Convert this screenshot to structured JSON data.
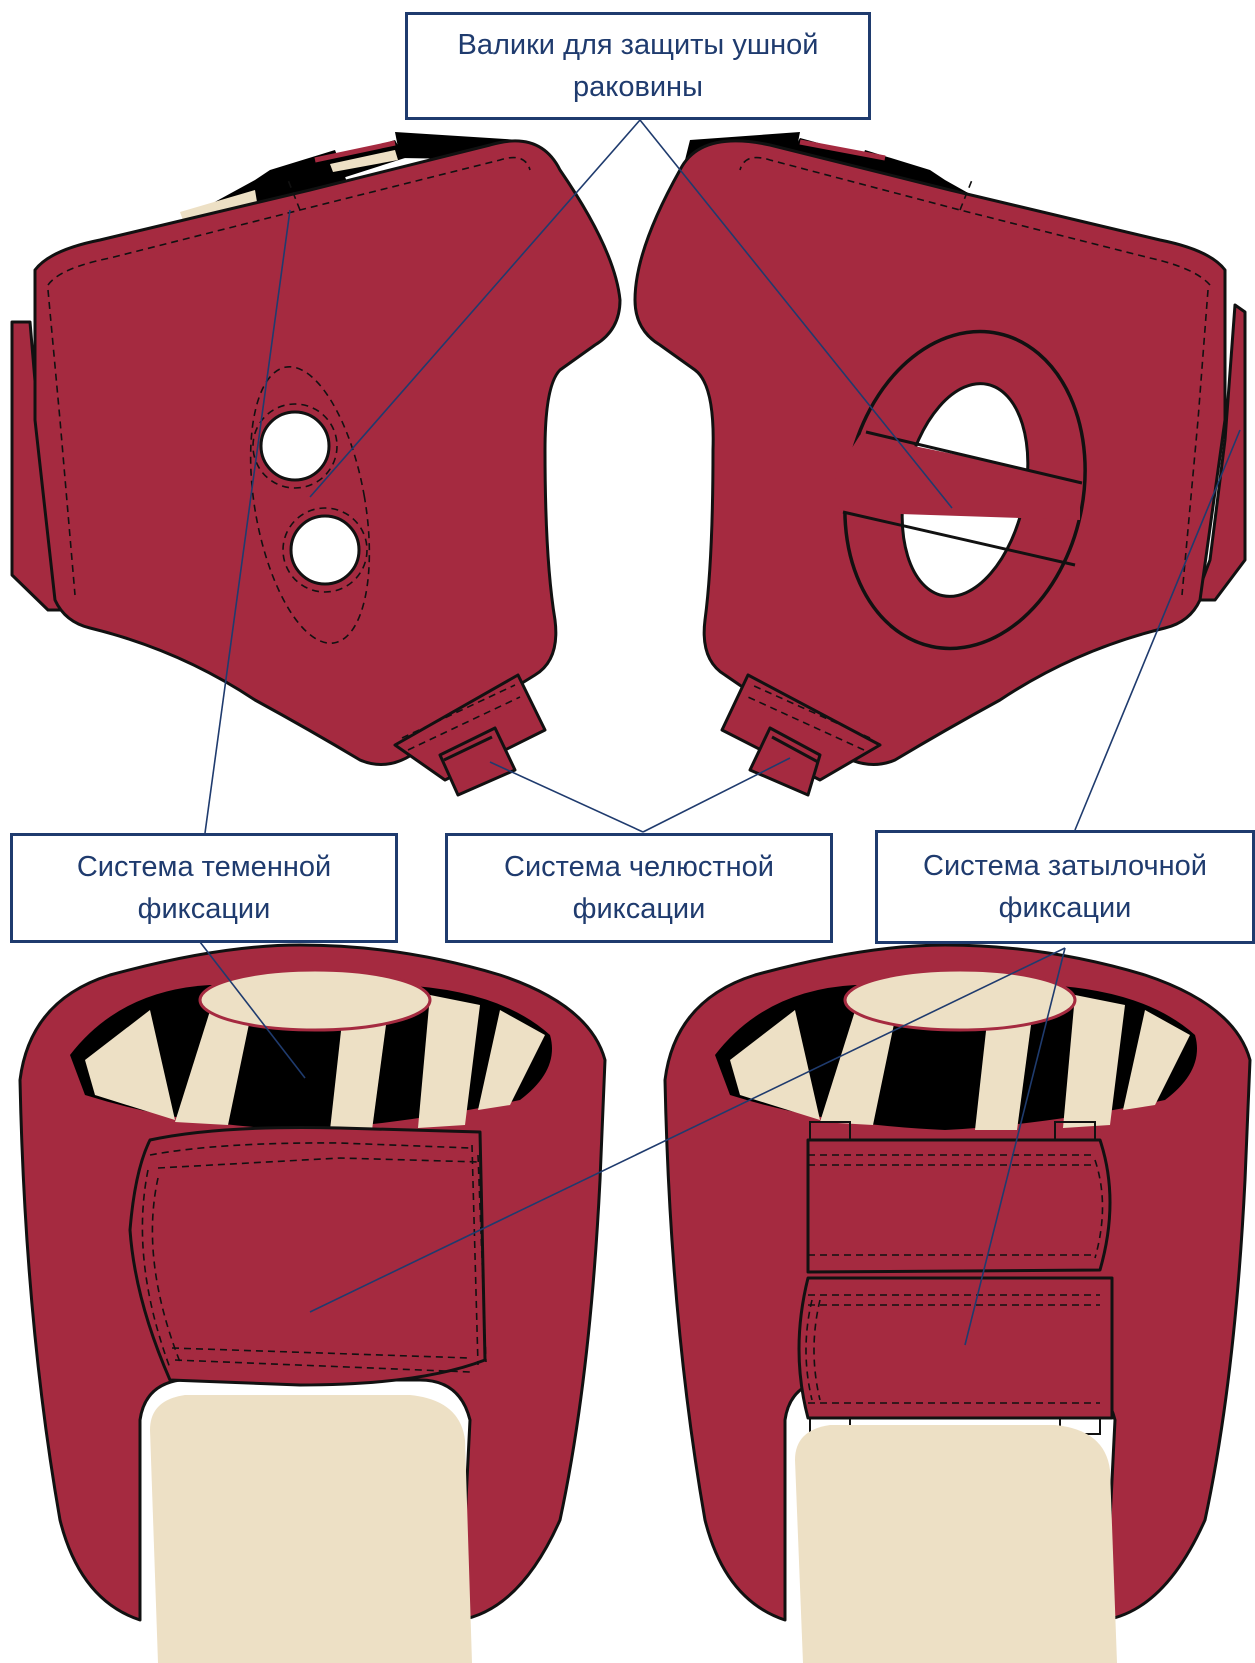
{
  "labels": {
    "ear": {
      "line1": "Валики для защиты ушной",
      "line2": "раковины"
    },
    "crown": {
      "line1": "Система теменной",
      "line2": "фиксации"
    },
    "jaw": {
      "line1": "Система челюстной",
      "line2": "фиксации"
    },
    "nape": {
      "line1": "Система затылочной",
      "line2": "фиксации"
    }
  },
  "colors": {
    "leather": "#a52a40",
    "cream": "#ede0c5",
    "black": "#000000",
    "leader": "#1f3b6e",
    "outline": "#111111"
  }
}
